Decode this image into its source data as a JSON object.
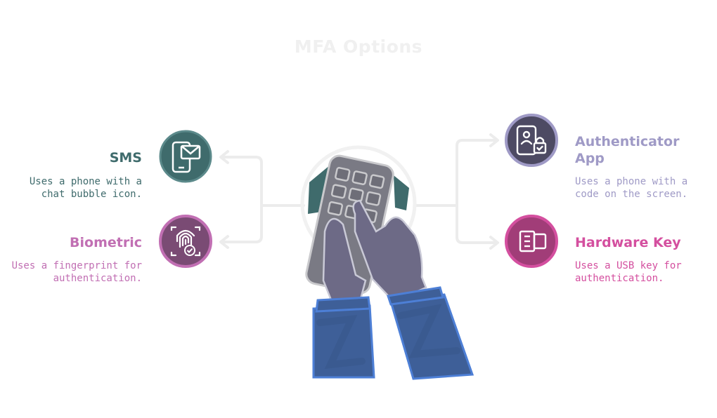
{
  "title": "MFA Options",
  "options": {
    "sms": {
      "label": "SMS",
      "desc_line1": "Uses a phone with a",
      "desc_line2": "chat bubble icon.",
      "color": "#3f6b6c",
      "icon": "phone-mail-icon"
    },
    "biometric": {
      "label": "Biometric",
      "desc_line1": "Uses a fingerprint for",
      "desc_line2": "authentication.",
      "color": "#c16fb3",
      "icon": "fingerprint-icon"
    },
    "authenticator": {
      "label_line1": "Authenticator",
      "label_line2": "App",
      "desc_line1": "Uses a phone with a",
      "desc_line2": "code on the screen.",
      "color": "#9f9ac6",
      "icon": "phone-lock-icon"
    },
    "hardware": {
      "label": "Hardware Key",
      "desc_line1": "Uses a USB key for",
      "desc_line2": "authentication.",
      "color": "#d44f9f",
      "icon": "usb-key-icon"
    }
  },
  "center_icon": "hand-keypad-icon"
}
